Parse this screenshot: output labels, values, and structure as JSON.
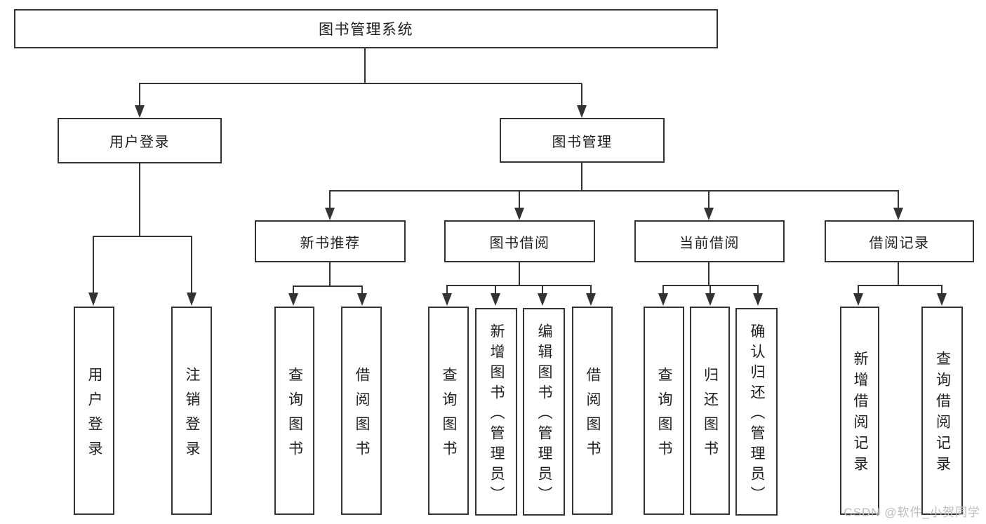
{
  "diagram": {
    "tree": {
      "label": "图书管理系统",
      "children": [
        {
          "label": "用户登录",
          "children": [
            {
              "label": "用户登录"
            },
            {
              "label": "注销登录"
            }
          ]
        },
        {
          "label": "图书管理",
          "children": [
            {
              "label": "新书推荐",
              "children": [
                {
                  "label": "查询图书"
                },
                {
                  "label": "借阅图书"
                }
              ]
            },
            {
              "label": "图书借阅",
              "children": [
                {
                  "label": "查询图书"
                },
                {
                  "label": "新增图书（管理员）"
                },
                {
                  "label": "编辑图书（管理员）"
                },
                {
                  "label": "借阅图书"
                }
              ]
            },
            {
              "label": "当前借阅",
              "children": [
                {
                  "label": "查询图书"
                },
                {
                  "label": "归还图书"
                },
                {
                  "label": "确认归还（管理员）"
                }
              ]
            },
            {
              "label": "借阅记录",
              "children": [
                {
                  "label": "新增借阅记录"
                },
                {
                  "label": "查询借阅记录"
                }
              ]
            }
          ]
        }
      ]
    },
    "watermark": "CSDN @软件_小贺同学",
    "colors": {
      "line": "#333333",
      "text": "#1f1f1f",
      "box_background": "#ffffff",
      "page_background": "#ffffff",
      "watermark": "#bdbdbd"
    }
  }
}
